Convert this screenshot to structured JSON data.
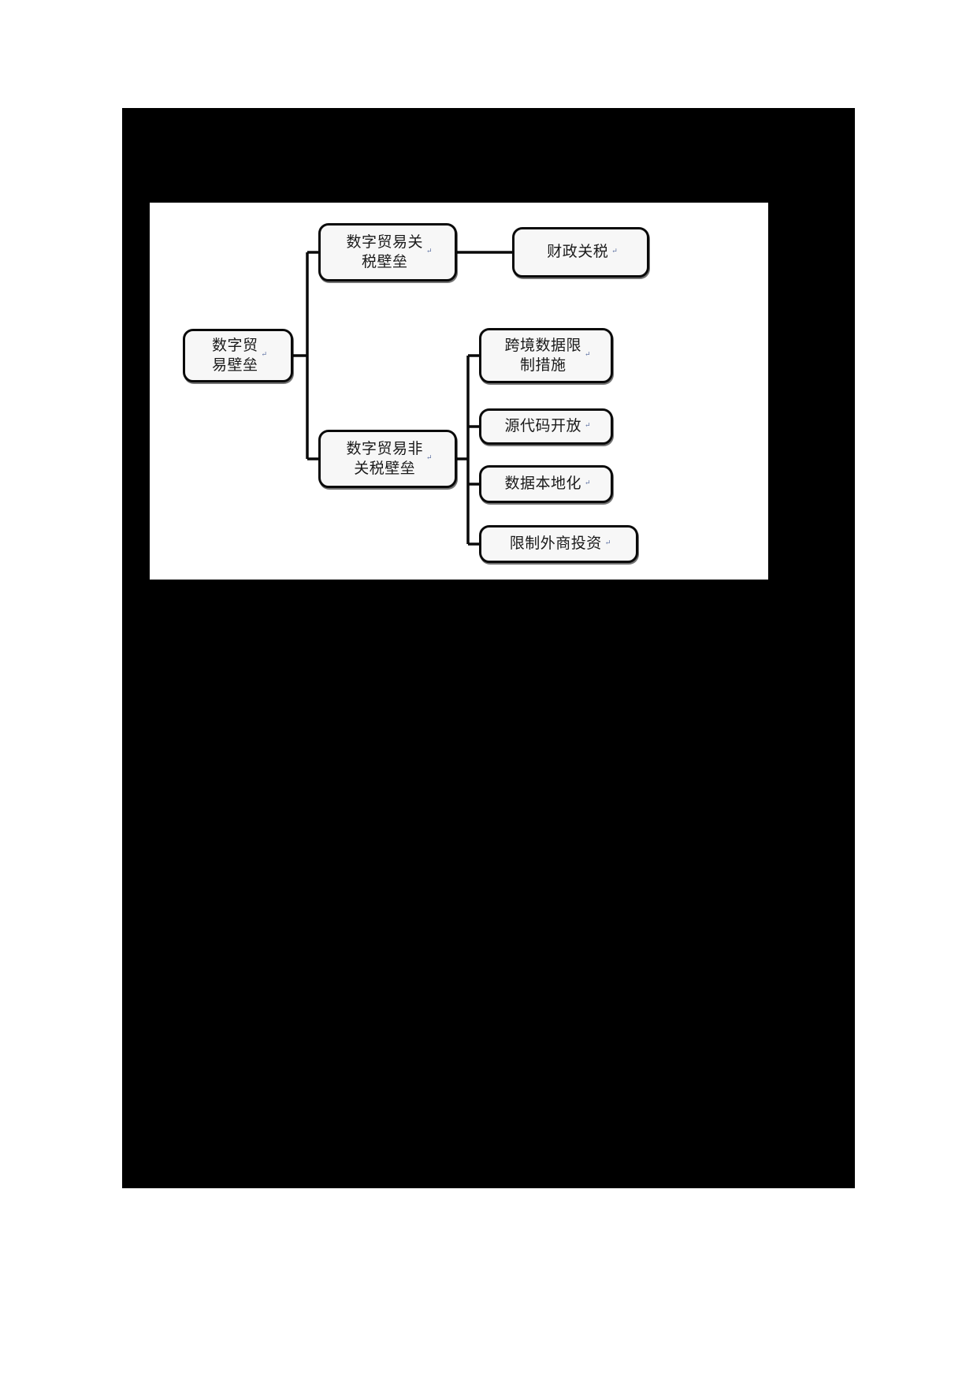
{
  "page": {
    "background_color": "#ffffff",
    "plate_color": "#000000",
    "canvas_color": "#ffffff"
  },
  "style": {
    "node_fill": "#f7f7f7",
    "node_border": "#0a0a0a",
    "connector_color": "#0a0a0a",
    "text_color": "#1a1a1a",
    "cr_mark": "↵"
  },
  "diagram": {
    "type": "tree",
    "title": "数字贸易壁垒",
    "orientation": "left-to-right",
    "nodes": {
      "root": {
        "id": "root",
        "label": "数字贸\n易壁垒",
        "text": "数字贸易壁垒",
        "level": 0
      },
      "tariff": {
        "id": "tariff",
        "label": "数字贸易关\n税壁垒",
        "text": "数字贸易关税壁垒",
        "level": 1
      },
      "fiscal": {
        "id": "fiscal",
        "label": "财政关税",
        "text": "财政关税",
        "level": 2
      },
      "nontariff": {
        "id": "nontariff",
        "label": "数字贸易非\n关税壁垒",
        "text": "数字贸易非关税壁垒",
        "level": 1
      },
      "crossborder": {
        "id": "crossborder",
        "label": "跨境数据限\n制措施",
        "text": "跨境数据限制措施",
        "level": 2
      },
      "sourcecode": {
        "id": "sourcecode",
        "label": "源代码开放",
        "text": "源代码开放",
        "level": 2
      },
      "localize": {
        "id": "localize",
        "label": "数据本地化",
        "text": "数据本地化",
        "level": 2
      },
      "fdi": {
        "id": "fdi",
        "label": "限制外商投资",
        "text": "限制外商投资",
        "level": 2
      }
    },
    "edges": [
      {
        "from": "root",
        "to": "tariff"
      },
      {
        "from": "root",
        "to": "nontariff"
      },
      {
        "from": "tariff",
        "to": "fiscal"
      },
      {
        "from": "nontariff",
        "to": "crossborder"
      },
      {
        "from": "nontariff",
        "to": "sourcecode"
      },
      {
        "from": "nontariff",
        "to": "localize"
      },
      {
        "from": "nontariff",
        "to": "fdi"
      }
    ]
  }
}
